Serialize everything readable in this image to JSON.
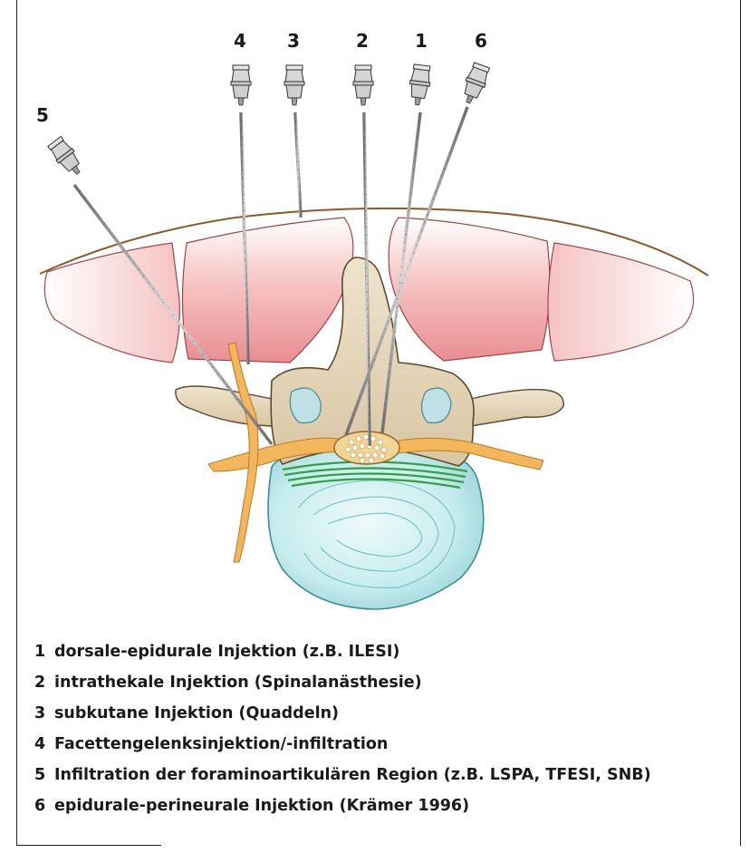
{
  "needle_numbers": {
    "n1": "1",
    "n2": "2",
    "n3": "3",
    "n4": "4",
    "n5": "5",
    "n6": "6"
  },
  "legend": [
    {
      "num": "1",
      "text": "dorsale-epidurale Injektion (z.B. ILESI)"
    },
    {
      "num": "2",
      "text": "intrathekale Injektion (Spinalanästhesie)"
    },
    {
      "num": "3",
      "text": "subkutane Injektion (Quaddeln)"
    },
    {
      "num": "4",
      "text": "Facettengelenksinjektion/-infiltration"
    },
    {
      "num": "5",
      "text": "Infiltration der foraminoartikulären Region (z.B. LSPA, TFESI, SNB)"
    },
    {
      "num": "6",
      "text": "epidurale-perineurale Injektion (Krämer 1996)"
    }
  ],
  "colors": {
    "skin": "#8a5a2b",
    "muscle": "#f2b2b2",
    "bone": "#e8d9bf",
    "facet_cartilage": "#bfe0e4",
    "disc": "#bfe6e8",
    "nerve": "#f3b65a",
    "ligament": "#3aa845",
    "needle": "#8c8c8c"
  }
}
